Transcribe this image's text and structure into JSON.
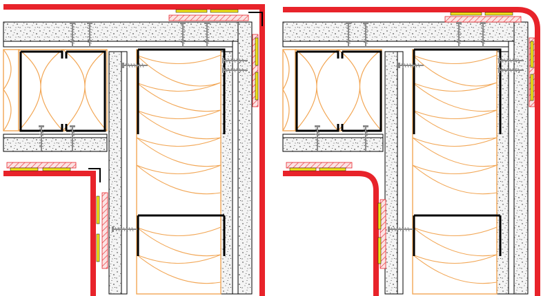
{
  "panels": [
    {
      "id": "left",
      "corner_style": "square"
    },
    {
      "id": "right",
      "corner_style": "rounded"
    }
  ],
  "colors": {
    "fire_board": "#e8232a",
    "seam_tape": "#f2e21a",
    "hatch": "#e8232a",
    "insulation": "#f2a654",
    "concrete_bg": "#f4f4f4",
    "speckle": "#222222",
    "stud": "#000000",
    "screw": "#9a9a9a"
  }
}
